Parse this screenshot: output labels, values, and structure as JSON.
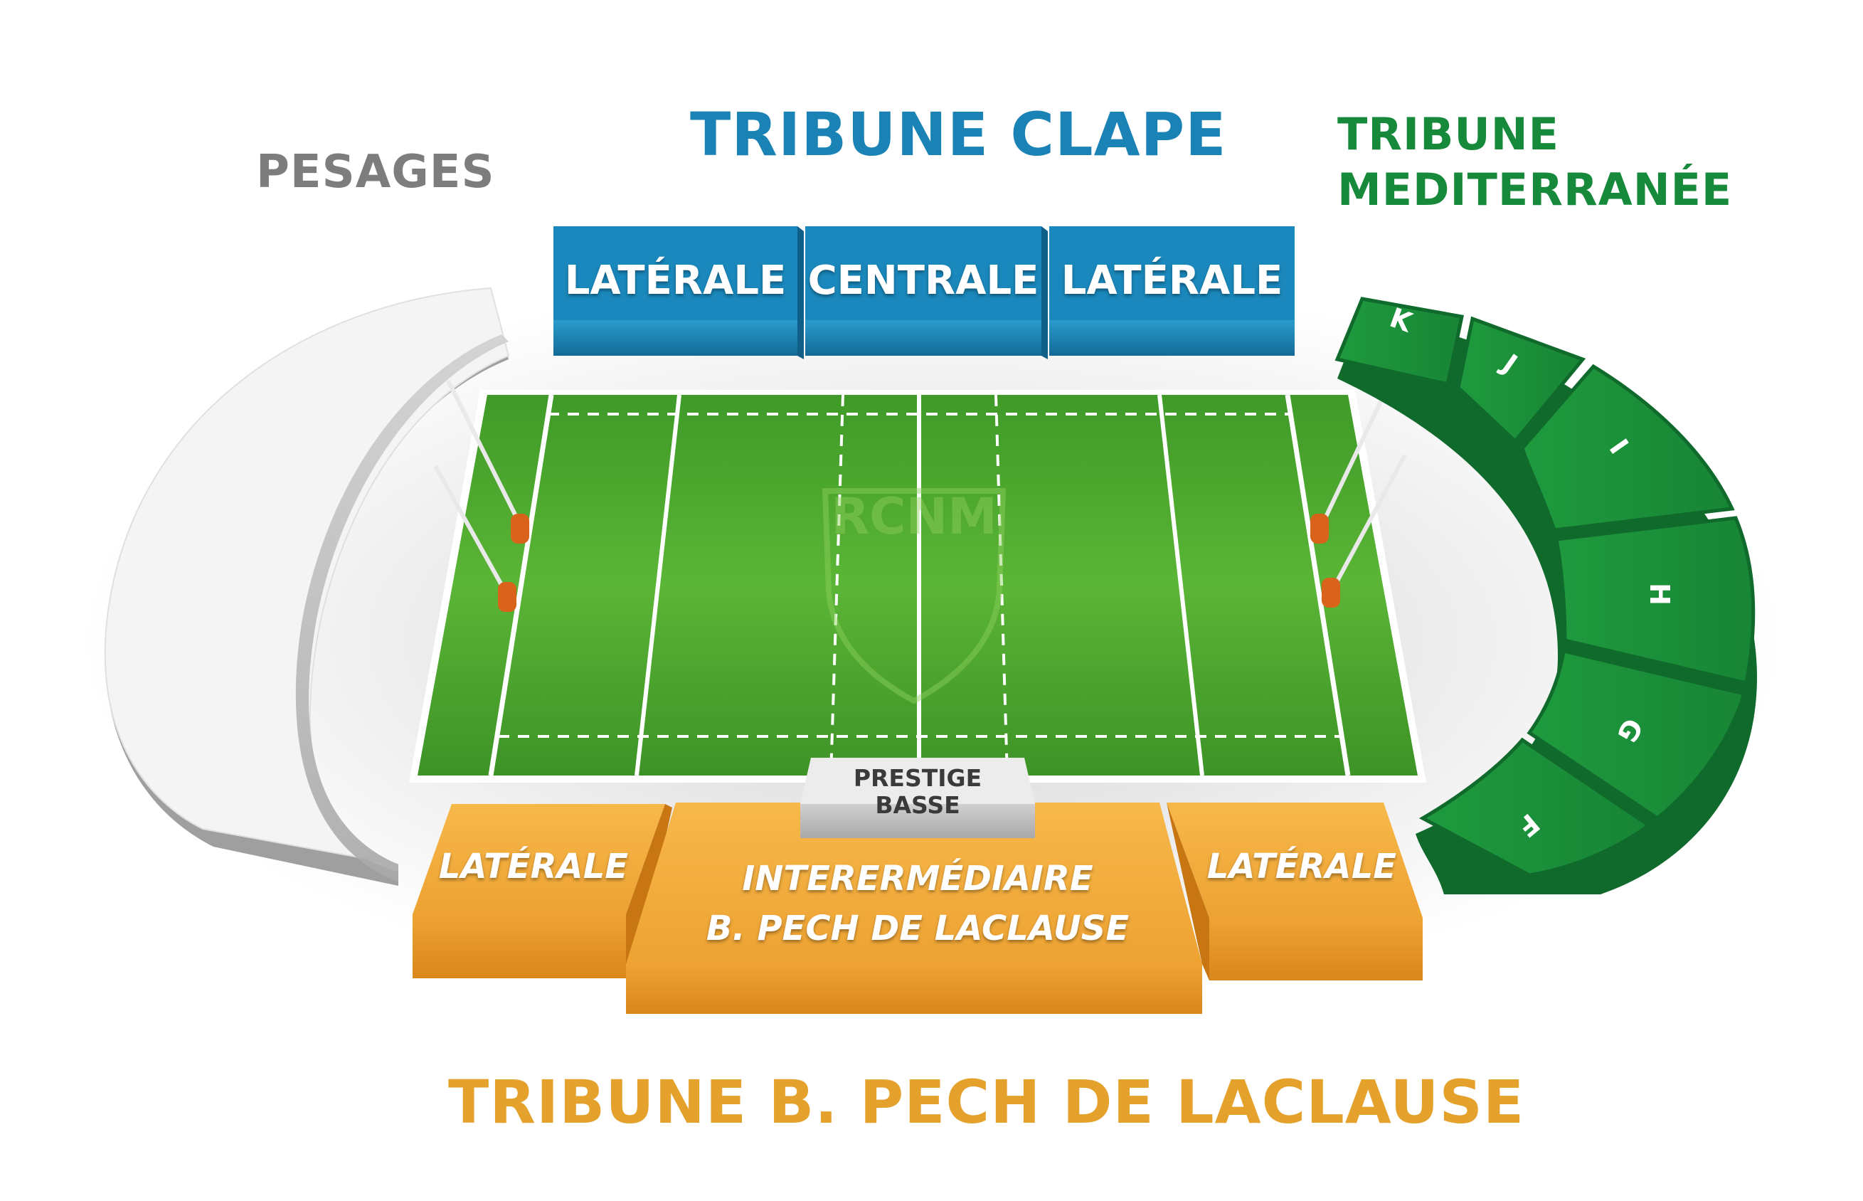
{
  "titles": {
    "clape": "TRIBUNE CLAPE",
    "pesages": "PESAGES",
    "mediterranee_line1": "TRIBUNE",
    "mediterranee_line2": "MEDITERRANÉE",
    "pech": "TRIBUNE B. PECH DE LACLAUSE"
  },
  "clape_blocks": [
    {
      "label": "LATÉRALE"
    },
    {
      "label": "CENTRALE"
    },
    {
      "label": "LATÉRALE"
    }
  ],
  "pech_blocks": {
    "left": "LATÉRALE",
    "center_line1": "INTERERMÉDIAIRE",
    "center_line2": "B. PECH DE LACLAUSE",
    "right": "LATÉRALE",
    "prestige_line1": "PRESTIGE",
    "prestige_line2": "BASSE"
  },
  "mediterranee_sections": [
    "K",
    "J",
    "I",
    "H",
    "G",
    "F"
  ],
  "field_watermark": "RCNM",
  "colors": {
    "clape": "#1a82b5",
    "pesages": "#7d7d7d",
    "mediterranee": "#168a3a",
    "pech": "#e4a12c",
    "field": "#4aa32c"
  }
}
